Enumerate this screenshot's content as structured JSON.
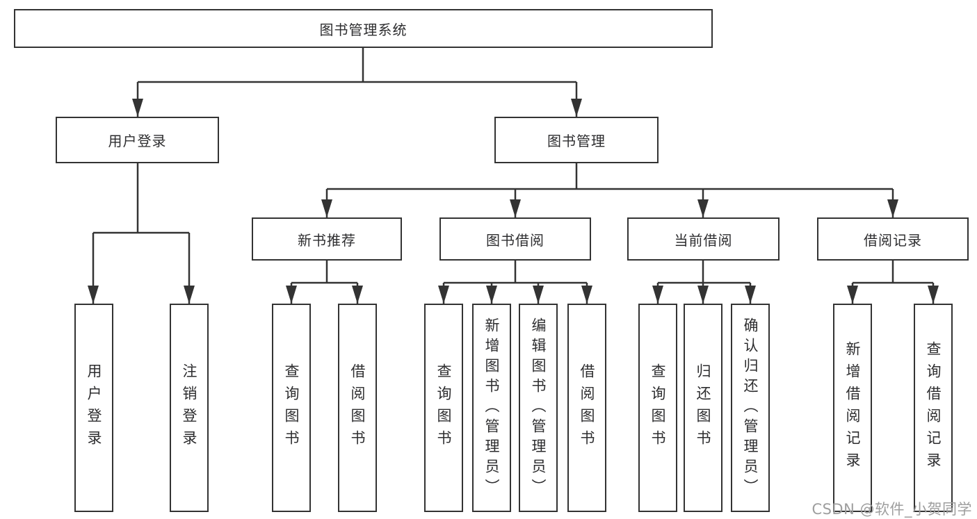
{
  "tree": {
    "root": "图书管理系统",
    "login": {
      "label": "用户登录",
      "children": [
        "用户登录",
        "注销登录"
      ]
    },
    "management": {
      "label": "图书管理",
      "sections": [
        {
          "label": "新书推荐",
          "children": [
            "查询图书",
            "借阅图书"
          ]
        },
        {
          "label": "图书借阅",
          "children": [
            "查询图书",
            "新增图书（管理员）",
            "编辑图书（管理员）",
            "借阅图书"
          ]
        },
        {
          "label": "当前借阅",
          "children": [
            "查询图书",
            "归还图书",
            "确认归还（管理员）"
          ]
        },
        {
          "label": "借阅记录",
          "children": [
            "新增借阅记录",
            "查询借阅记录"
          ]
        }
      ]
    }
  },
  "watermark": "CSDN @软件_小贺同学",
  "colors": {
    "line": "#333333",
    "box_border": "#333333",
    "box_fill": "#ffffff",
    "text": "#2d2d2f",
    "watermark": "#9e9e9e",
    "background": "#ffffff"
  }
}
